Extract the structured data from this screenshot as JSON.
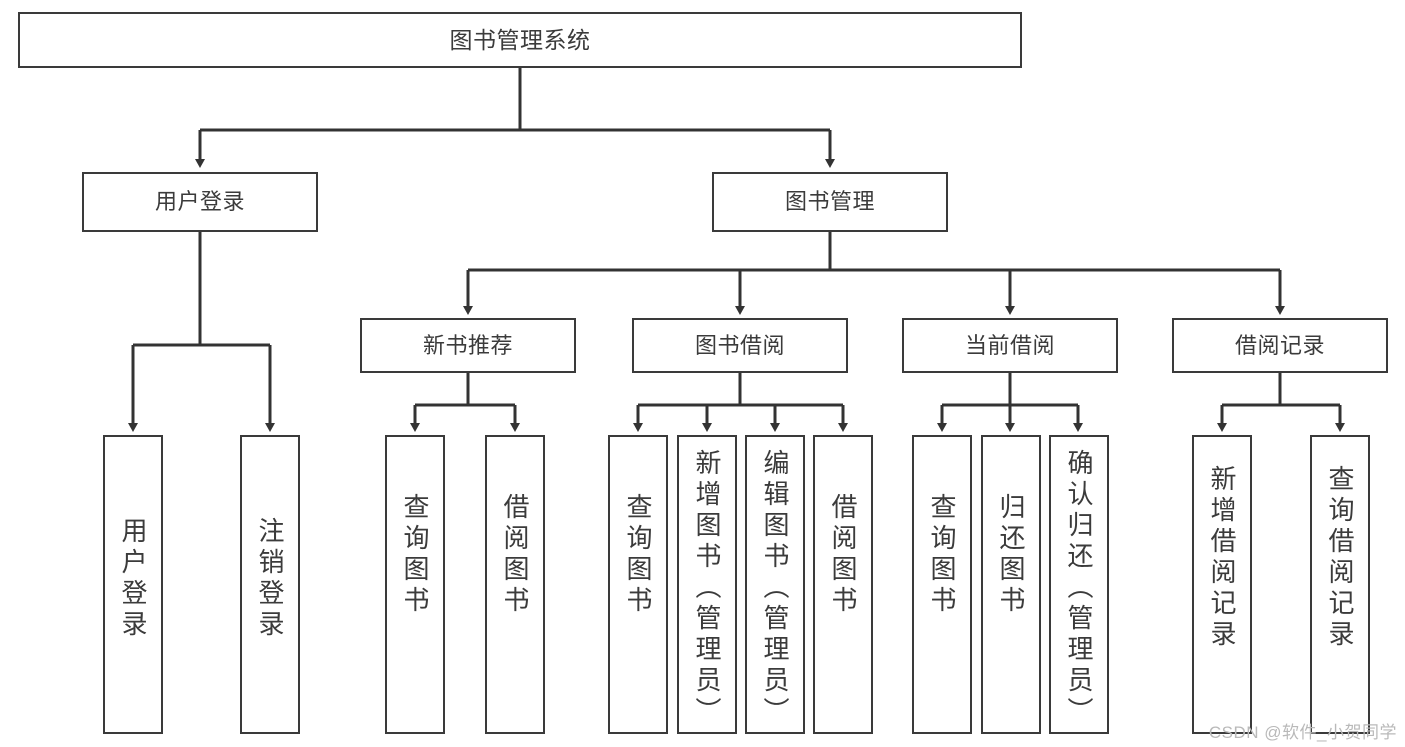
{
  "diagram": {
    "title": "图书管理系统",
    "type": "hierarchy-tree",
    "watermark": "CSDN @软件_小贺同学",
    "colors": {
      "box_border": "#3a3a3a",
      "box_fill": "#ffffff",
      "connector": "#333333",
      "text": "#3b3b3b",
      "watermark": "#b9b9b9"
    },
    "nodes": {
      "root": {
        "label": "图书管理系统"
      },
      "level2": [
        {
          "label": "用户登录"
        },
        {
          "label": "图书管理"
        }
      ],
      "level3": [
        {
          "label": "新书推荐"
        },
        {
          "label": "图书借阅"
        },
        {
          "label": "当前借阅"
        },
        {
          "label": "借阅记录"
        }
      ],
      "leaves_user_login": [
        {
          "label": "用户登录"
        },
        {
          "label": "注销登录"
        }
      ],
      "leaves_new_book": [
        {
          "label": "查询图书"
        },
        {
          "label": "借阅图书"
        }
      ],
      "leaves_borrow": [
        {
          "label": "查询图书"
        },
        {
          "label": "新增图书（管理员）"
        },
        {
          "label": "编辑图书（管理员）"
        },
        {
          "label": "借阅图书"
        }
      ],
      "leaves_current": [
        {
          "label": "查询图书"
        },
        {
          "label": "归还图书"
        },
        {
          "label": "确认归还（管理员）"
        }
      ],
      "leaves_record": [
        {
          "label": "新增借阅记录"
        },
        {
          "label": "查询借阅记录"
        }
      ]
    }
  }
}
